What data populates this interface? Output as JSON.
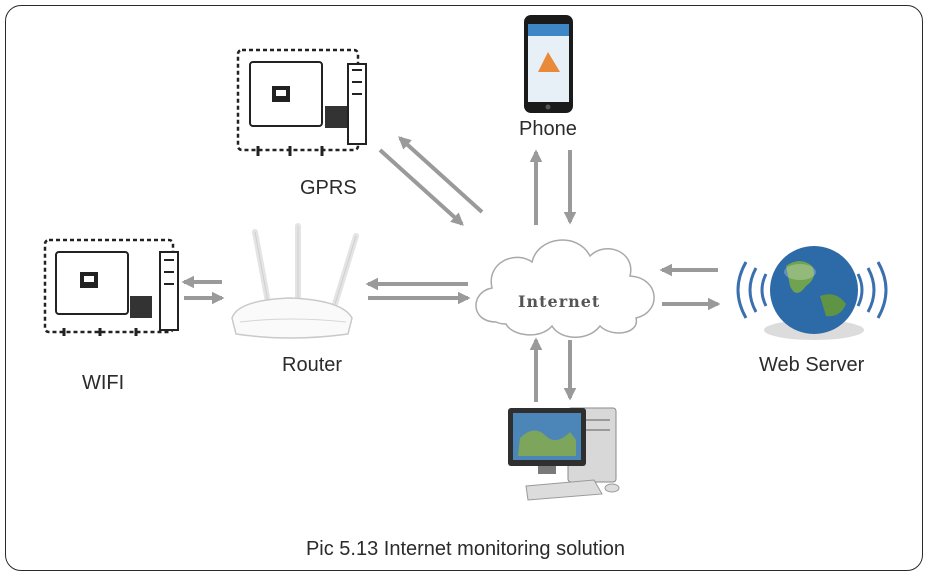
{
  "labels": {
    "gprs": "GPRS",
    "phone": "Phone",
    "wifi": "WIFI",
    "router": "Router",
    "web_server": "Web Server",
    "internet": "Internet"
  },
  "caption": "Pic 5.13 Internet monitoring solution",
  "colors": {
    "arrow": "#9a9a9a",
    "border": "#2a2a2a",
    "globe": "#2d6aa8",
    "wave": "#3a6fb0"
  }
}
